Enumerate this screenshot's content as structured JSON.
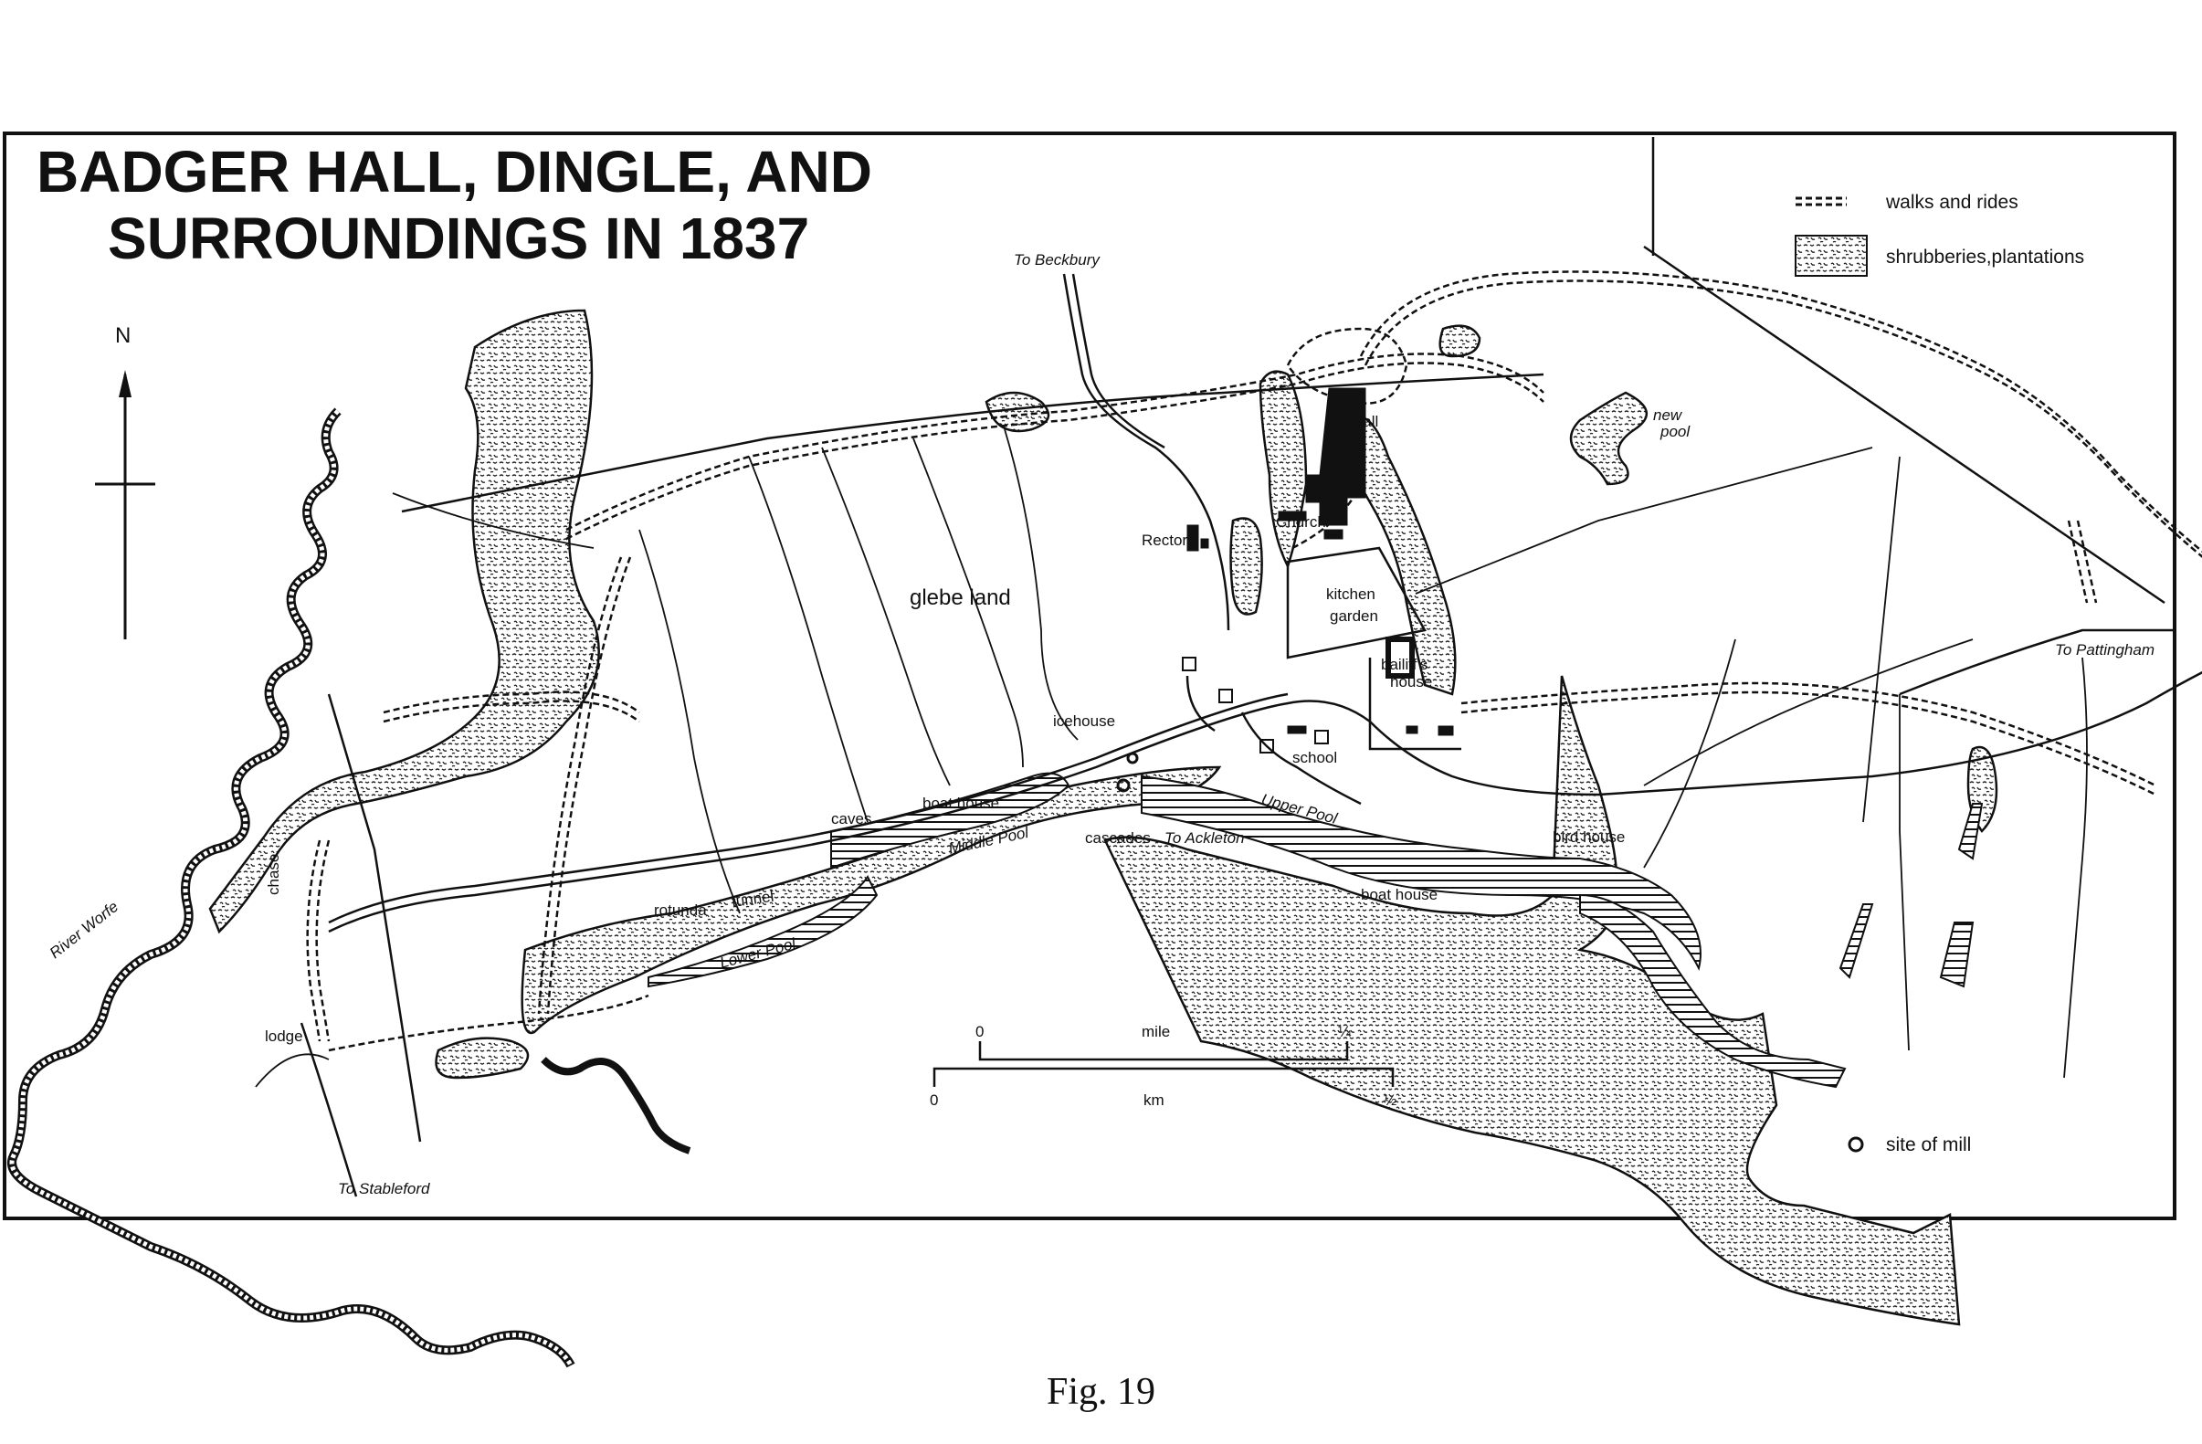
{
  "map": {
    "title_line1": "BADGER  HALL,  DINGLE,  AND",
    "title_line2": "SURROUNDINGS IN 1837",
    "north": "N",
    "legend": {
      "walks_label": "walks and rides",
      "shrubberies_label": "shrubberies,plantations",
      "mill_label": "site of  mill"
    },
    "scale": {
      "mile_label": "mile",
      "mile_start": "0",
      "mile_end": "¼",
      "km_label": "km",
      "km_start": "0",
      "km_end": "½"
    },
    "labels": {
      "to_beckbury": "To Beckbury",
      "to_pattingham": "To Pattingham",
      "to_stableford": "To Stableford",
      "to_ackleton": "To Ackleton",
      "river": "River Worfe",
      "chase": "chase",
      "lodge": "lodge",
      "glebe": "glebe land",
      "rectory": "Rectory",
      "church": "Church",
      "hall": "Hall",
      "kitchen1": "kitchen",
      "kitchen2": "garden",
      "bailiff1": "bailiff's",
      "bailiff2": "house",
      "school": "school",
      "icehouse": "icehouse",
      "boat_house_1": "boat house",
      "boat_house_2": "boat house",
      "caves": "caves",
      "cascades": "cascades",
      "middle_pool": "Middle Pool",
      "upper_pool": "Upper Pool",
      "lower_pool": "Lower Pool",
      "rotunda": "rotunda",
      "tunnel": "tunnel",
      "bird_house": "bird house",
      "new1": "new",
      "new2": "pool"
    },
    "caption": "Fig. 19"
  }
}
